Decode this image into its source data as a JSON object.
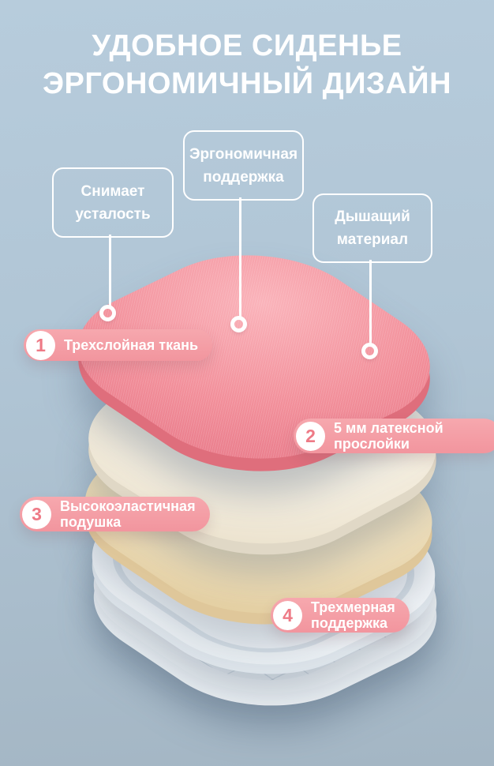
{
  "title": {
    "line1": "УДОБНОЕ СИДЕНЬЕ",
    "line2": "ЭРГОНОМИЧНЫЙ ДИЗАЙН"
  },
  "callouts": [
    {
      "text": "Снимает\nусталость"
    },
    {
      "text": "Эргономичная\nподдержка"
    },
    {
      "text": "Дышащий\nматериал"
    }
  ],
  "badges": [
    {
      "number": "1",
      "text": "Трехслойная ткань"
    },
    {
      "number": "2",
      "text": "5 мм латексной\nпрослойки"
    },
    {
      "number": "3",
      "text": "Высокоэластичная\nподушка"
    },
    {
      "number": "4",
      "text": "Трехмерная\nподдержка"
    }
  ],
  "colors": {
    "background_top": "#b7ccdc",
    "background_bottom": "#a4b6c4",
    "title_text": "#ffffff",
    "badge_pill": "#f49ca4",
    "badge_number": "#ee7a86",
    "fabric_pink": "#f28f9a",
    "latex_white": "#f5efe1",
    "foam_beige": "#eedfbd",
    "base_white": "#f4f7f9"
  }
}
